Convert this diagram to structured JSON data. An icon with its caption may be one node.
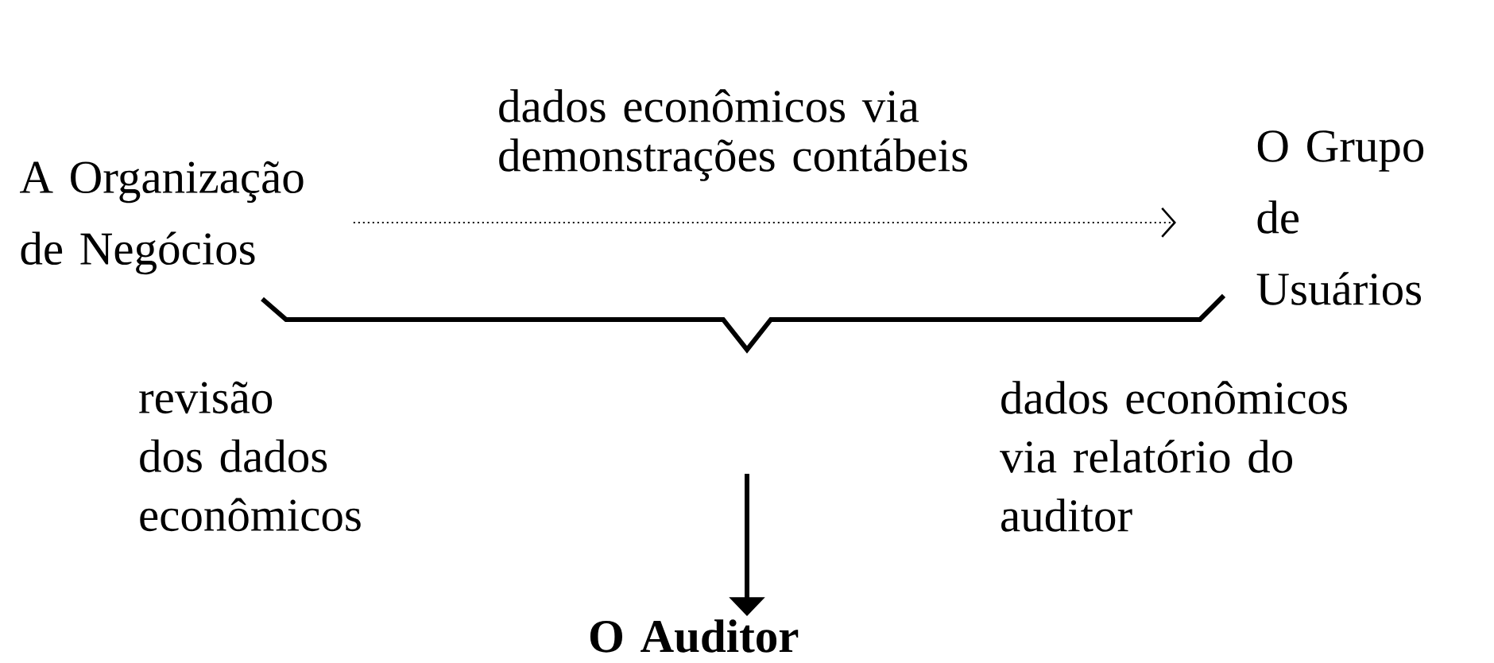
{
  "diagram": {
    "nodes": [
      {
        "text": [
          "A Organização de Negócios"
        ]
      },
      {
        "text": [
          "O Grupo de Usuários"
        ]
      },
      {
        "text": [
          "O Auditor"
        ]
      }
    ],
    "edges": [
      {
        "from": 0,
        "to": 1,
        "arrow": "to",
        "style": "dashed",
        "label": "dados econômicos via demonstrações contábeis"
      },
      {
        "from": null,
        "to": 2,
        "arrow": "to",
        "style": "thick"
      }
    ],
    "labels": [
      "revisão dos dados econômicos",
      "dados econômicos via relatório do auditor"
    ]
  }
}
